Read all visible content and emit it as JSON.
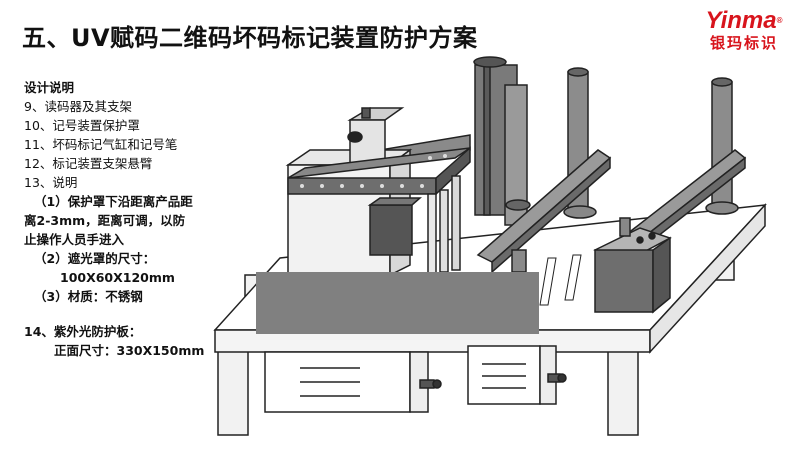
{
  "header": {
    "title": "五、UV赋码二维码坏码标记装置防护方案"
  },
  "logo": {
    "brand": "Yinma",
    "registered": "®",
    "subtitle": "银玛标识",
    "color": "#d8141c"
  },
  "notes": {
    "heading": "设计说明",
    "item9": "9、读码器及其支架",
    "item10": "10、记号装置保护罩",
    "item11": "11、坏码标记气缸和记号笔",
    "item12": "12、标记装置支架悬臂",
    "item13": "13、说明",
    "sub1_line1": "（1）保护罩下沿距离产品距",
    "sub1_line2": "离2-3mm，距离可调，以防",
    "sub1_line3": "止操作人员手进入",
    "sub2_line1": "（2）遮光罩的尺寸：",
    "sub2_line2": "100X60X120mm",
    "sub3": "（3）材质：不锈钢",
    "item14": "14、紫外光防护板：",
    "item14_size": "正面尺寸：330X150mm"
  },
  "colors": {
    "protection_plate": "#808080",
    "frame_dark": "#6e6e6e",
    "frame_light": "#9a9a9a"
  }
}
